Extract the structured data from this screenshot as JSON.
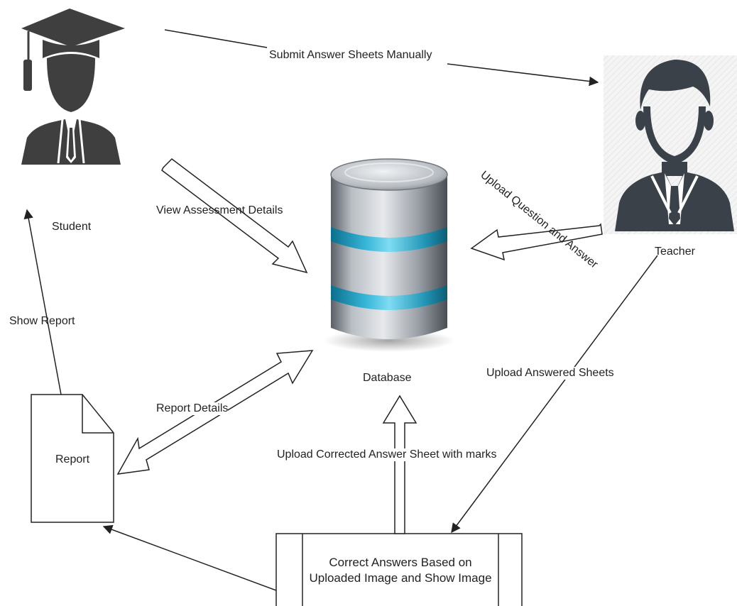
{
  "actors": {
    "student": "Student",
    "teacher": "Teacher"
  },
  "nodes": {
    "database": "Database",
    "report": "Report",
    "process_line1": "Correct Answers Based on",
    "process_line2": "Uploaded Image and Show Image"
  },
  "edges": {
    "submit_manual": "Submit Answer Sheets Manually",
    "view_assessment": "View Assessment Details",
    "upload_qa": "Upload Question and Answer",
    "show_report": "Show Report",
    "report_details": "Report Details",
    "upload_answered": "Upload Answered Sheets",
    "upload_corrected": "Upload Corrected Answer Sheet with marks"
  },
  "icons": {
    "student": "graduate-icon",
    "teacher": "teacher-icon",
    "database": "database-icon",
    "report": "document-icon"
  }
}
